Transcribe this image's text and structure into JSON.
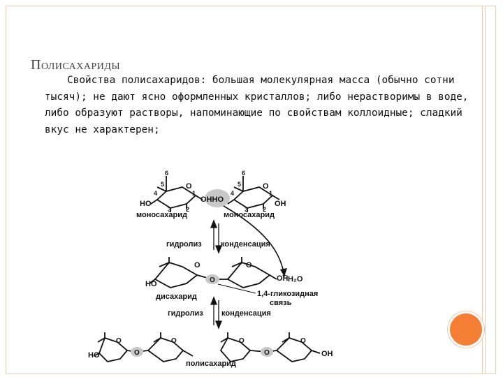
{
  "slide": {
    "title": "Полисахариды",
    "body": "Свойства полисахаридов: большая молекулярная масса (обычно сотни тысяч); не дают ясно оформленных кристаллов; либо нерастворимы в воде, либо образуют растворы, напоминающие по свойствам коллоидные; сладкий вкус не характерен;"
  },
  "diagram": {
    "ring_numbers": [
      "6",
      "5",
      "4",
      "1",
      "3",
      "2"
    ],
    "ring_oxygen": "O",
    "ho": "HO",
    "oh": "OH",
    "ohho": "OHHO",
    "h2o_plus": "+",
    "h2o": "H₂O",
    "monosaccharide_label": "моносахарид",
    "hydrolysis_label": "гидролиз",
    "condensation_label": "конденсация",
    "disaccharide_label": "дисахарид",
    "glycosidic_bond_line1": "1,4-гликозидная",
    "glycosidic_bond_line2": "связь",
    "polysaccharide_label": "полисахарид"
  }
}
